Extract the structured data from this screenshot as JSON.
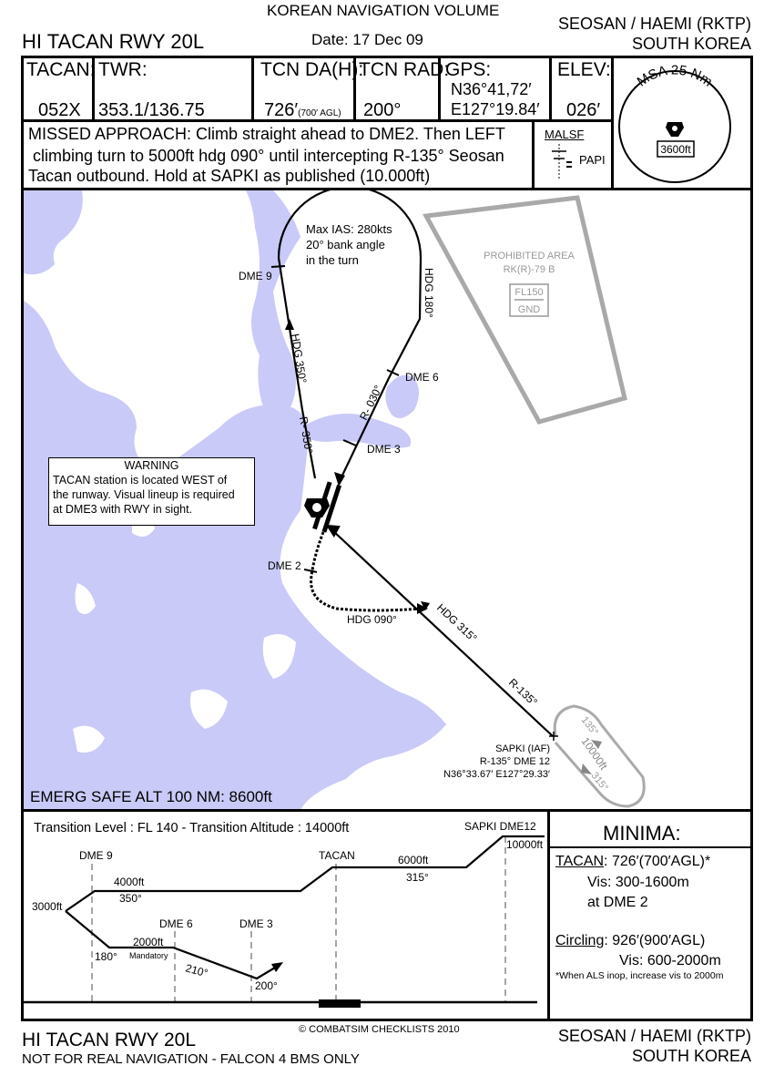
{
  "header": {
    "volume": "KOREAN NAVIGATION VOLUME",
    "title": "HI TACAN RWY 20L",
    "date": "Date: 17 Dec 09",
    "airport": "SEOSAN / HAEMI (RKTP)",
    "country": "SOUTH KOREA"
  },
  "info": {
    "tacan_label": "TACAN:",
    "tacan_value": "052X",
    "twr_label": "TWR:",
    "twr_value": "353.1/136.75",
    "da_label": "TCN DA(H):",
    "da_value": "726′",
    "da_agl": "(700′ AGL)",
    "rad_label": "TCN RAD:",
    "rad_value": "200°",
    "gps_label": "GPS:",
    "gps_n": "N36°41,72′",
    "gps_e": "E127°19.84′",
    "elev_label": "ELEV:",
    "elev_value": "026′",
    "msa_label": "MSA 25 Nm",
    "msa_value": "3600ft"
  },
  "missed": {
    "line1": "MISSED APPROACH: Climb straight ahead to DME2. Then LEFT",
    "line2": "climbing turn to 5000ft hdg 090° until intercepting R-135° Seosan",
    "line3": "Tacan outbound. Hold at SAPKI as published (10.000ft)",
    "malsf": "MALSF",
    "papi": "PAPI"
  },
  "map": {
    "max_ias": "Max IAS: 280kts",
    "bank": "20° bank angle",
    "turn": "in the turn",
    "dme9": "DME 9",
    "dme6": "DME 6",
    "dme3": "DME 3",
    "dme2": "DME 2",
    "hdg180": "HDG 180°",
    "hdg350": "HDG 350°",
    "r350": "R- 350°",
    "r030": "R- 030°",
    "hdg090": "HDG 090°",
    "hdg315": "HDG 315°",
    "r135": "R-135°",
    "prohibited1": "PROHIBITED AREA",
    "prohibited2": "RK(R)-79 B",
    "fl150": "FL150",
    "gnd": "GND",
    "warning_title": "WARNING",
    "warning1": "TACAN station is located WEST of",
    "warning2": "the runway. Visual lineup is required",
    "warning3": "at DME3 with RWY in sight.",
    "sapki1": "SAPKI (IAF)",
    "sapki2": "R-135° DME 12",
    "sapki3": "N36°33.67′ E127°29.33′",
    "hold135": "135°",
    "hold10000": "10000ft",
    "hold315": "315°",
    "emerg": "EMERG SAFE ALT 100 NM: 8600ft"
  },
  "profile": {
    "transition": "Transition Level : FL 140  -  Transition Altitude : 14000ft",
    "sapki_dme12": "SAPKI DME12",
    "alt10000": "10000ft",
    "dme9": "DME 9",
    "tacan": "TACAN",
    "alt6000": "6000ft",
    "hdg315": "315°",
    "alt4000": "4000ft",
    "hdg350": "350°",
    "alt3000": "3000ft",
    "dme6": "DME 6",
    "dme3": "DME 3",
    "alt2000": "2000ft",
    "mandatory": "Mandatory",
    "hdg180": "180°",
    "hdg210": "210°",
    "hdg200": "200°"
  },
  "minima": {
    "title": "MINIMA:",
    "tacan_label": "TACAN",
    "tacan_value": ": 726′(700′AGL)*",
    "tacan_vis": "Vis: 300-1600m",
    "tacan_at": "at DME 2",
    "circ_label": "Circling",
    "circ_value": ": 926′(900′AGL)",
    "circ_vis": "Vis: 600-2000m",
    "note": "*When ALS inop, increase vis to 2000m"
  },
  "footer": {
    "title": "HI TACAN RWY 20L",
    "copyright": "© COMBATSIM CHECKLISTS 2010",
    "disclaimer": "NOT FOR REAL NAVIGATION - FALCON 4 BMS ONLY",
    "airport": "SEOSAN / HAEMI (RKTP)",
    "country": "SOUTH KOREA"
  },
  "colors": {
    "water": "#c9caf7",
    "prohibited": "#a9a9a9",
    "ink": "#000000"
  }
}
